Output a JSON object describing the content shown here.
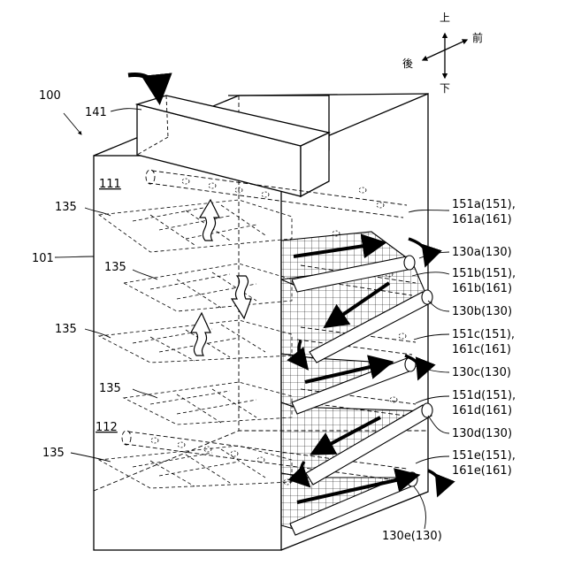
{
  "compass": {
    "up": "上",
    "down": "下",
    "front": "前",
    "back": "後"
  },
  "refs": {
    "device": "100",
    "housing": "101",
    "duct": "141",
    "space_top": "111",
    "space_bottom": "112",
    "mesh_1": "135",
    "mesh_2": "135",
    "mesh_3": "135",
    "mesh_4": "135",
    "mesh_5": "135"
  },
  "right_labels": [
    {
      "id": "151a",
      "line1": "151a(151),",
      "line2": "161a(161)"
    },
    {
      "id": "130a",
      "line1": "130a(130)"
    },
    {
      "id": "151b",
      "line1": "151b(151),",
      "line2": "161b(161)"
    },
    {
      "id": "130b",
      "line1": "130b(130)"
    },
    {
      "id": "151c",
      "line1": "151c(151),",
      "line2": "161c(161)"
    },
    {
      "id": "130c",
      "line1": "130c(130)"
    },
    {
      "id": "151d",
      "line1": "151d(151),",
      "line2": "161d(161)"
    },
    {
      "id": "130d",
      "line1": "130d(130)"
    },
    {
      "id": "151e",
      "line1": "151e(151),",
      "line2": "161e(161)"
    },
    {
      "id": "130e",
      "line1": "130e(130)"
    }
  ]
}
